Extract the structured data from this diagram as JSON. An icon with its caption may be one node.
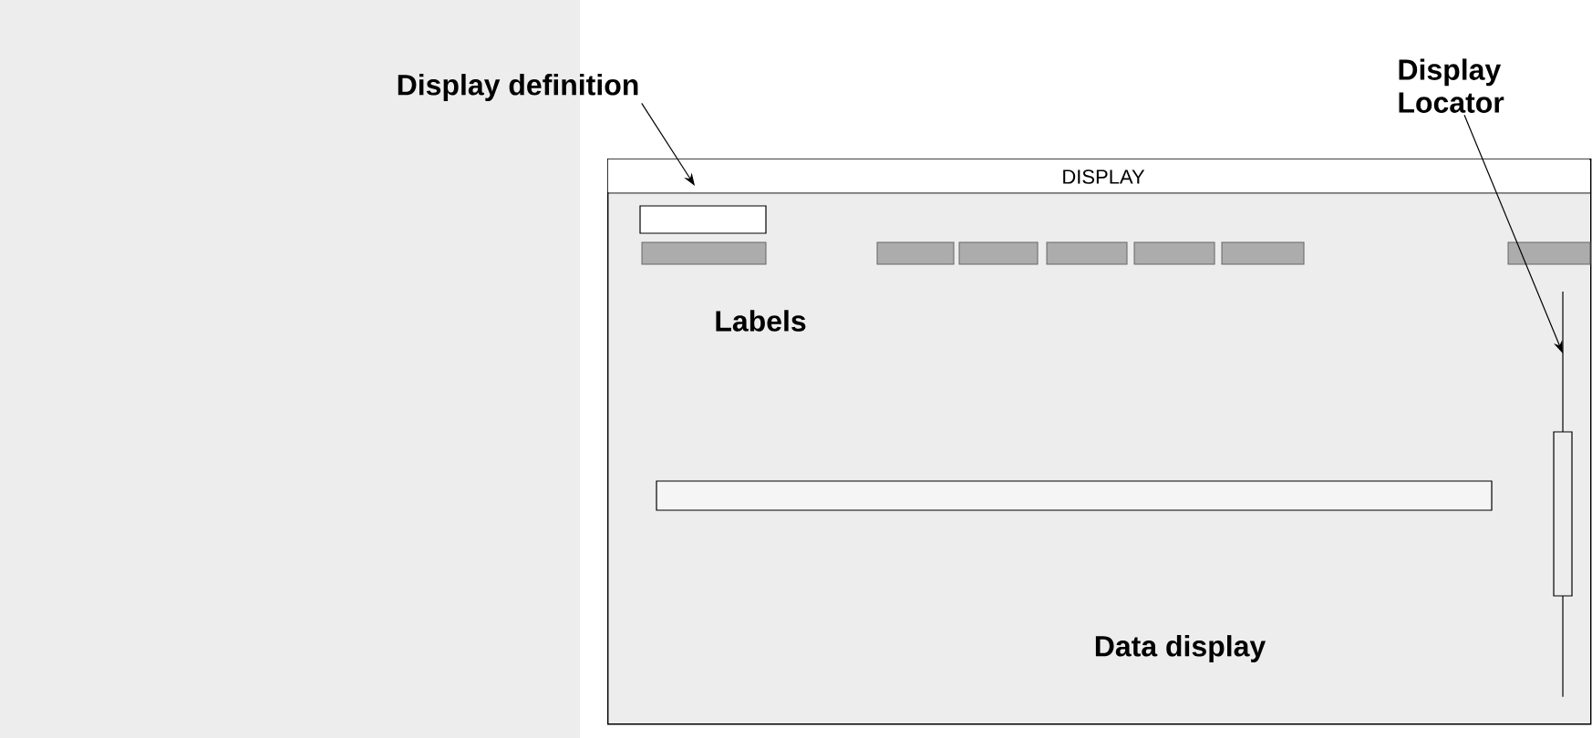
{
  "diagram": {
    "nodes": [
      {
        "text": [
          "Display definition"
        ]
      },
      {
        "text": [
          "DISPLAY"
        ]
      },
      {
        "text": [
          "Display Locator"
        ]
      },
      {
        "text": [],
        "shape": "bar",
        "in": 1
      }
    ],
    "edges": [
      {
        "from": 0,
        "to": 1,
        "arrow": "to"
      },
      {
        "from": 2,
        "to": 3,
        "arrow": "to"
      }
    ],
    "labels": [
      "Labels",
      "Data display"
    ]
  }
}
